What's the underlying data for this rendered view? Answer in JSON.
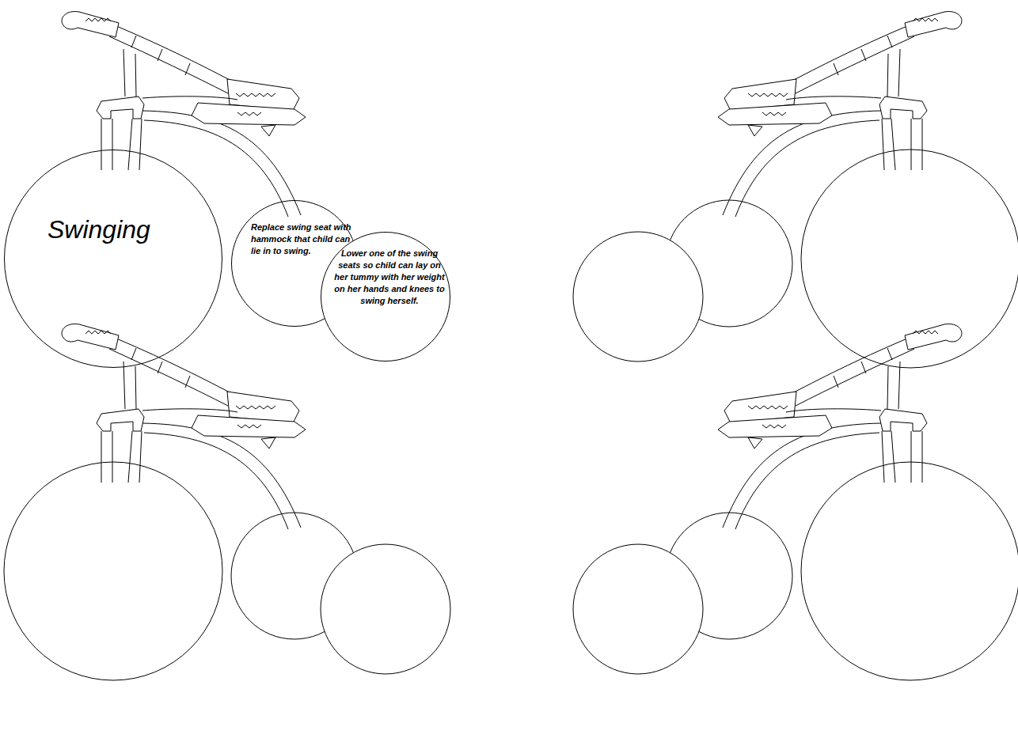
{
  "diagram": {
    "nodes": [
      {
        "text": [
          "Swinging"
        ]
      },
      {
        "text": [
          "Replace swing seat with hammock that child can lie in to swing."
        ]
      },
      {
        "text": [
          "Lower one of the swing seats so child can lay on her tummy with her weight on her hands and knees to swing herself."
        ]
      }
    ]
  }
}
